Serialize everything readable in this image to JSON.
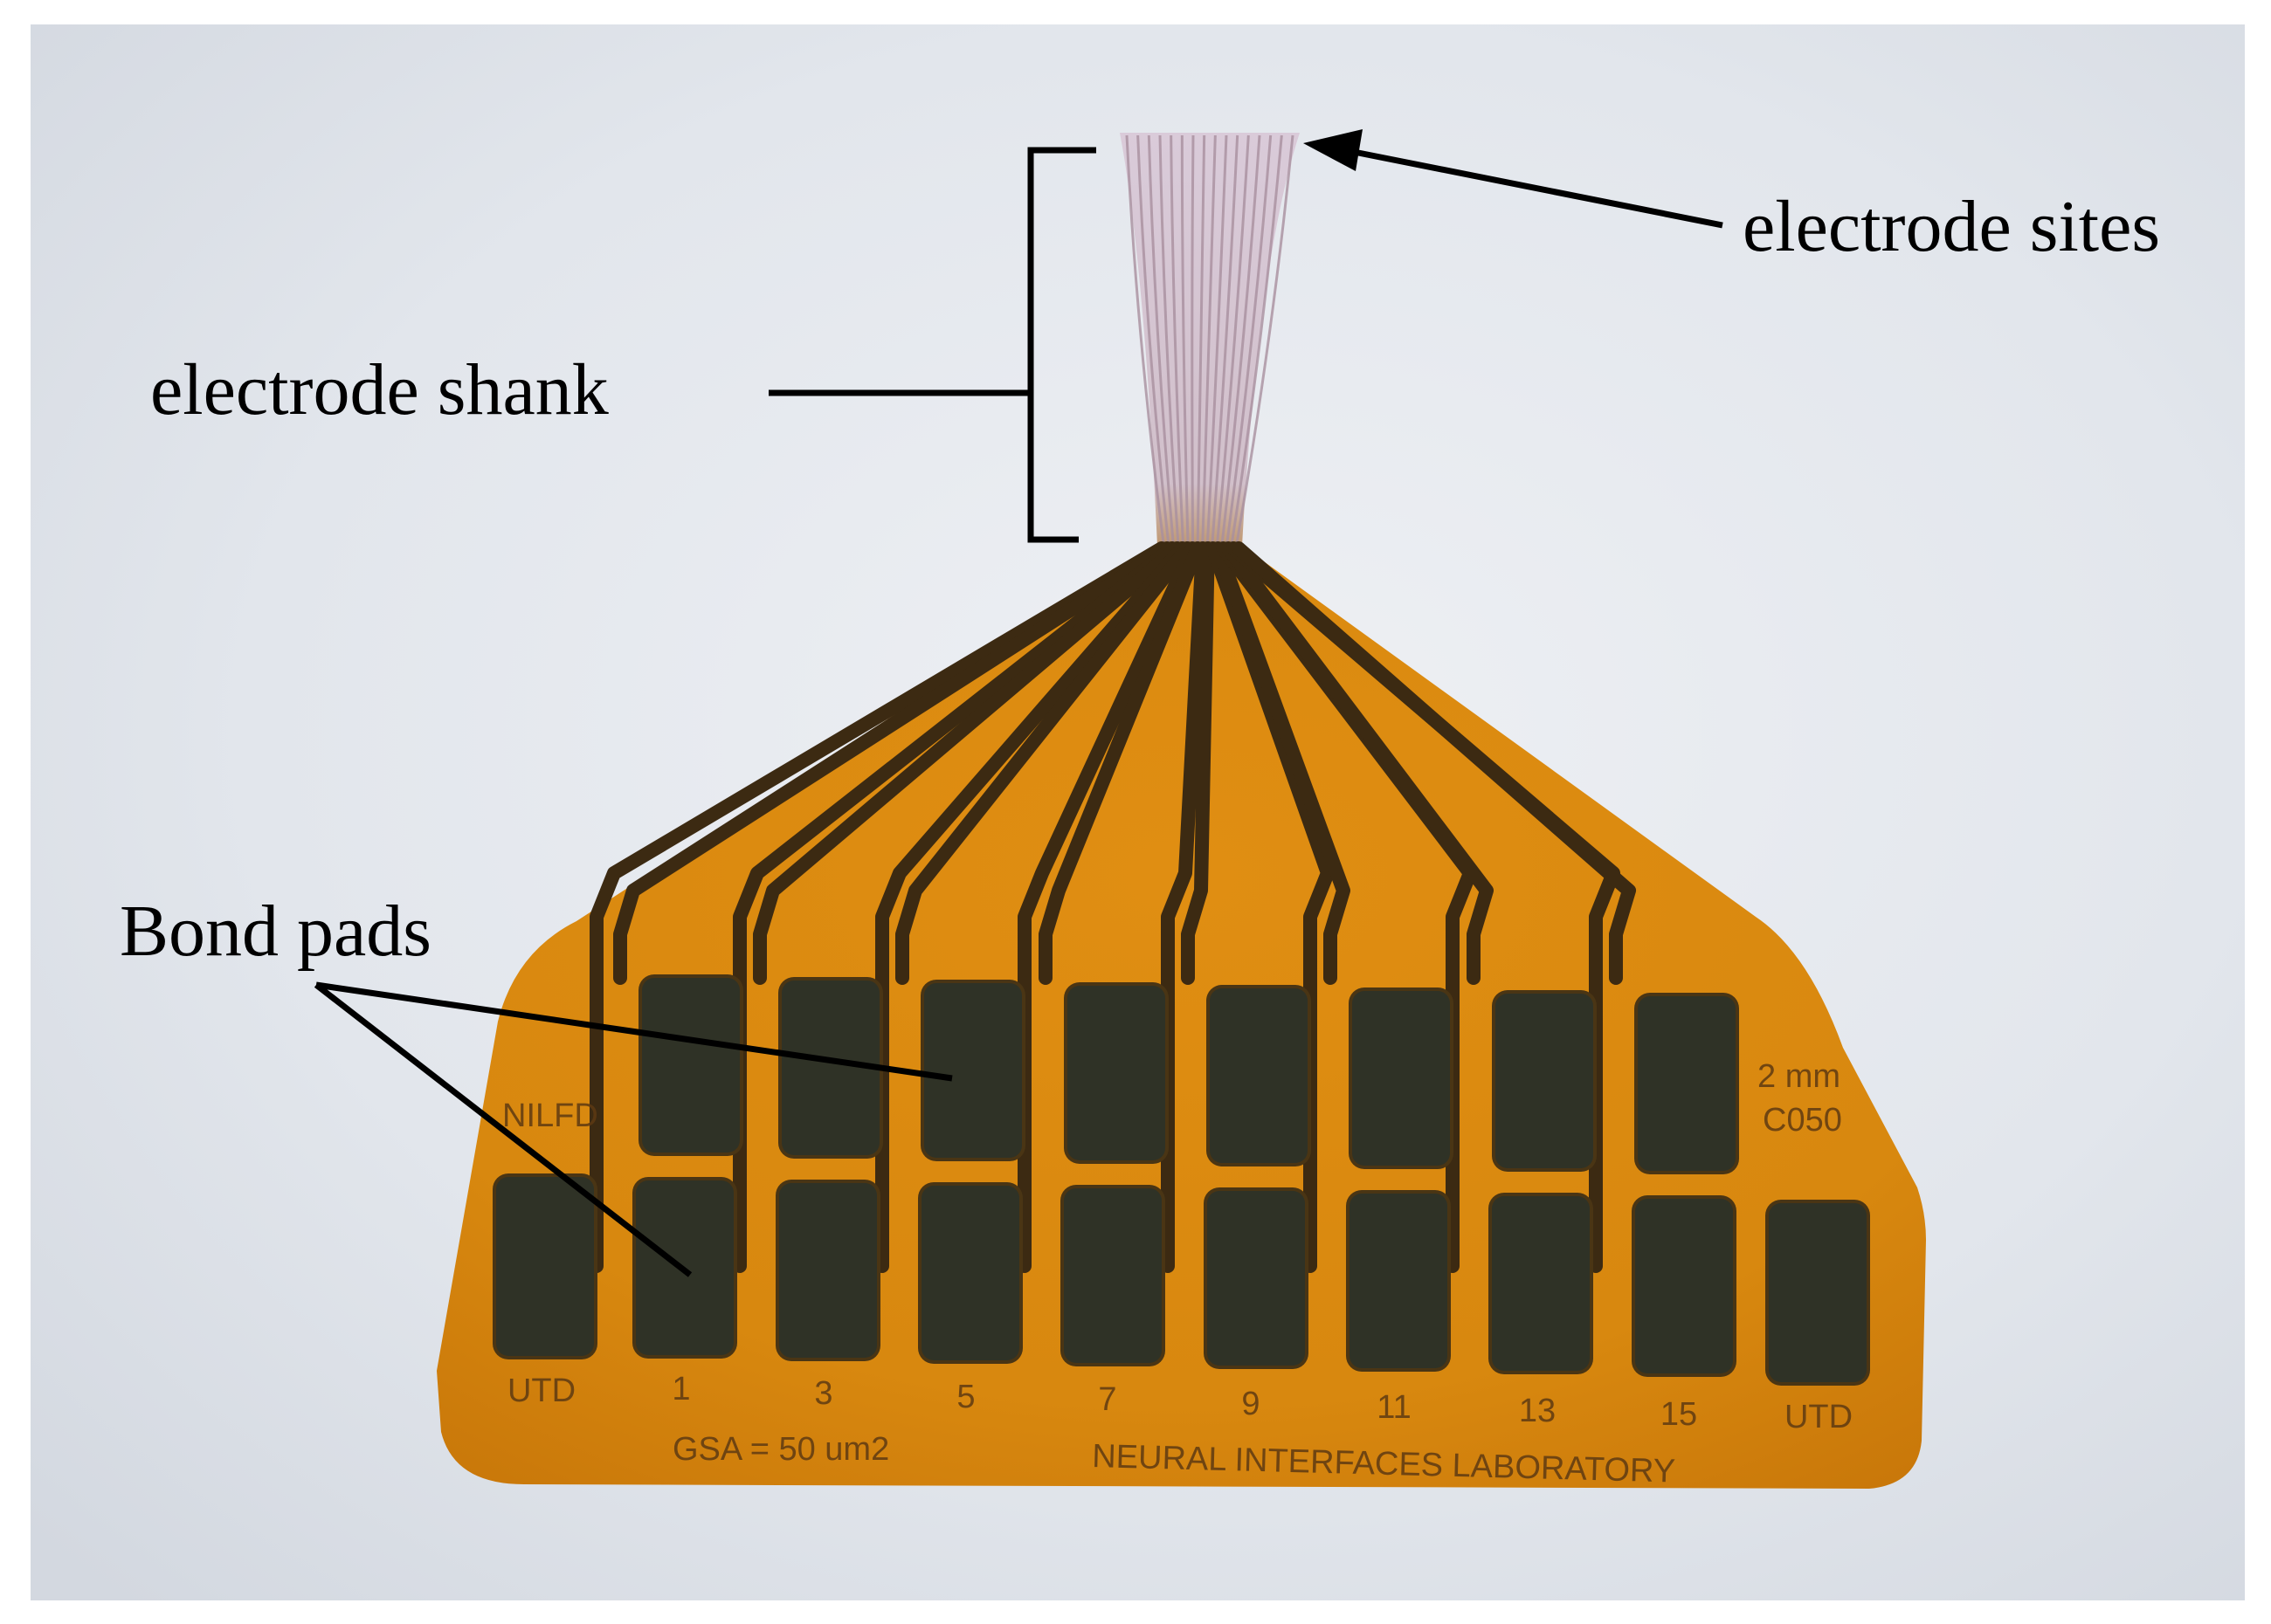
{
  "figure": {
    "annotations": {
      "electrode_sites": "electrode sites",
      "electrode_shank": "electrode shank",
      "bond_pads": "Bond pads"
    },
    "device_print": {
      "left_mark": "NILFD",
      "right_mark_line1": "2 mm",
      "right_mark_line2": "C050",
      "bottom_left": "GSA = 50 um2",
      "bottom_right": "NEURAL INTERFACES LABORATORY",
      "pad_labels": [
        "UTD",
        "1",
        "3",
        "5",
        "7",
        "9",
        "11",
        "13",
        "15",
        "UTD"
      ]
    },
    "colors": {
      "background": "#dfe3ea",
      "substrate": "#d98a14",
      "trace": "#3c2a12",
      "pad": "#2f3226"
    }
  }
}
